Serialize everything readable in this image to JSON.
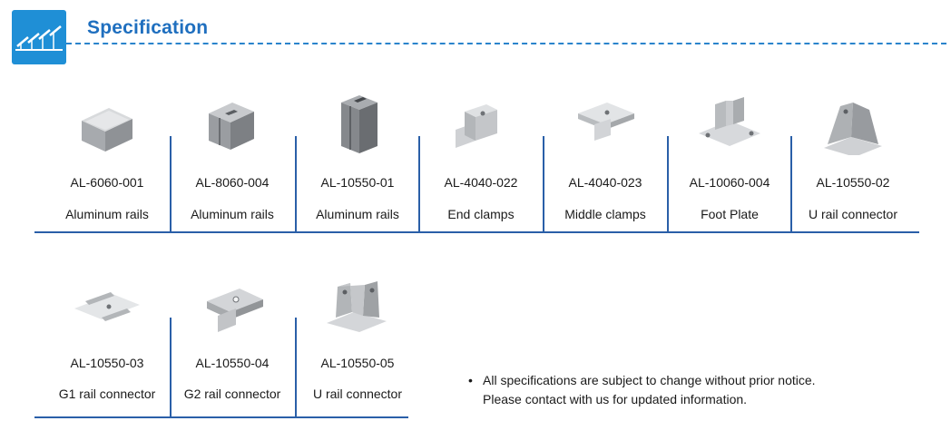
{
  "header": {
    "title": "Specification",
    "accent_color": "#1f8fd6",
    "logo_icon": "solar-panel-icon"
  },
  "products_row1": [
    {
      "code": "AL-6060-001",
      "name": "Aluminum rails",
      "icon": "square-rail-icon"
    },
    {
      "code": "AL-8060-004",
      "name": "Aluminum rails",
      "icon": "slotted-rail-icon"
    },
    {
      "code": "AL-10550-01",
      "name": "Aluminum rails",
      "icon": "tall-rail-icon"
    },
    {
      "code": "AL-4040-022",
      "name": "End clamps",
      "icon": "end-clamp-icon"
    },
    {
      "code": "AL-4040-023",
      "name": "Middle clamps",
      "icon": "middle-clamp-icon"
    },
    {
      "code": "AL-10060-004",
      "name": "Foot Plate",
      "icon": "foot-plate-icon"
    },
    {
      "code": "AL-10550-02",
      "name": "U rail connector",
      "icon": "u-rail-connector-icon"
    }
  ],
  "products_row2": [
    {
      "code": "AL-10550-03",
      "name": "G1 rail connector",
      "icon": "g1-connector-icon"
    },
    {
      "code": "AL-10550-04",
      "name": "G2 rail connector",
      "icon": "g2-connector-icon"
    },
    {
      "code": "AL-10550-05",
      "name": "U rail connector",
      "icon": "u-rail-connector-icon"
    }
  ],
  "notes": {
    "bullet": "•",
    "line1": "All specifications are subject to change without prior notice.",
    "line2": "Please contact with us for updated information."
  }
}
